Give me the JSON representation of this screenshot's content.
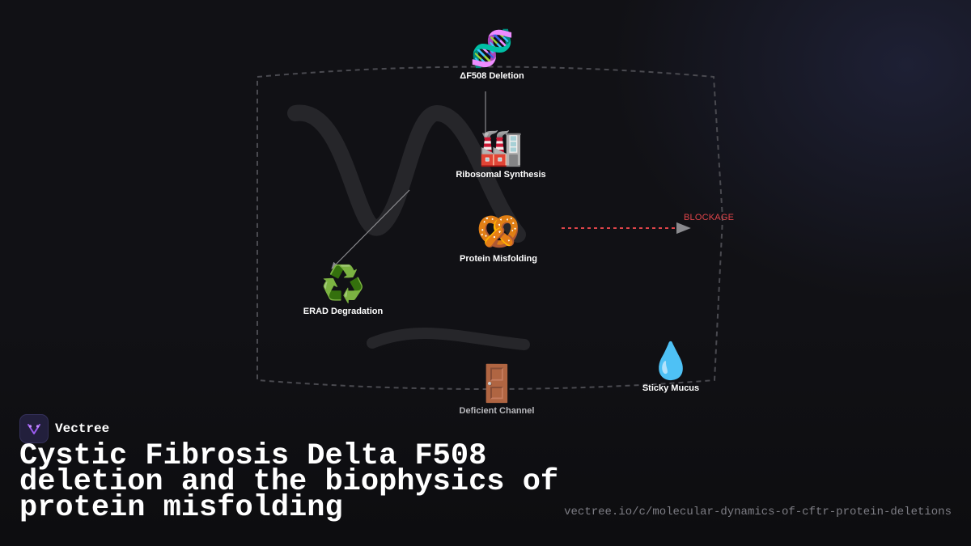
{
  "colors": {
    "background": "#111115",
    "blockage": "#e0454a",
    "connector": "#8a8a8e",
    "frame": "#4a4a50",
    "watermark": "#2a2a2e"
  },
  "nodes": {
    "deletion": {
      "icon": "dna-icon",
      "emoji": "🧬",
      "label": "ΔF508 Deletion"
    },
    "synthesis": {
      "icon": "factory-icon",
      "emoji": "🏭",
      "label": "Ribosomal Synthesis"
    },
    "misfolding": {
      "icon": "pretzel-icon",
      "emoji": "🥨",
      "label": "Protein Misfolding"
    },
    "erad": {
      "icon": "recycle-icon",
      "emoji": "♻️",
      "label": "ERAD Degradation"
    },
    "channel": {
      "icon": "door-icon",
      "emoji": "🚪",
      "label": "Deficient Channel"
    },
    "mucus": {
      "icon": "droplet-icon",
      "emoji": "💧",
      "label": "Sticky Mucus"
    }
  },
  "edges": {
    "blockage_label": "BLOCKAGE"
  },
  "brand": {
    "name": "Vectree",
    "logo_icon": "vectree-logo-icon"
  },
  "title": "Cystic Fibrosis Delta F508 deletion and the biophysics of protein misfolding",
  "url": "vectree.io/c/molecular-dynamics-of-cftr-protein-deletions"
}
